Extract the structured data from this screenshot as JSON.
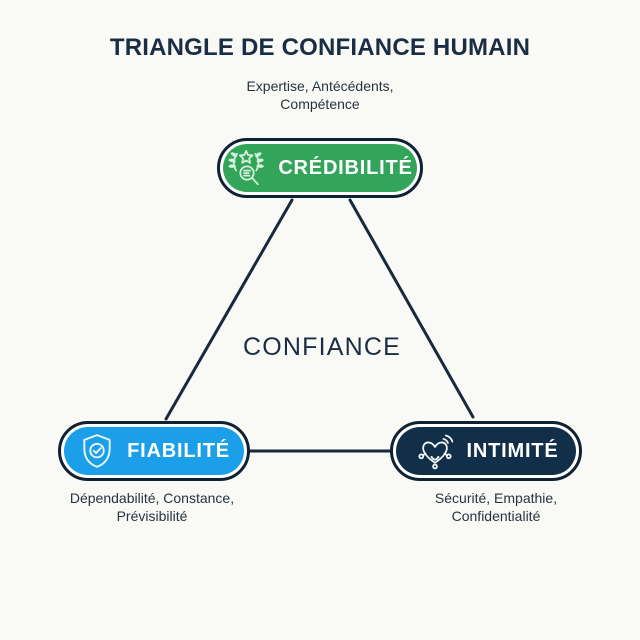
{
  "title": "TRIANGLE DE CONFIANCE HUMAIN",
  "center_label": "CONFIANCE",
  "colors": {
    "background": "#f9f9f5",
    "ink": "#1b2d44",
    "edge": "#17293b",
    "pill_border": "#0e2233",
    "pill_text": "#ffffff",
    "credibility_fill": "#33a55b",
    "reliability_fill": "#1b9fe8",
    "intimacy_fill": "#122f49"
  },
  "nodes": {
    "credibility": {
      "label": "CRÉDIBILITÉ",
      "icon": "star-laurel-magnifier-icon",
      "caption_line1": "Expertise, Antécédents,",
      "caption_line2": "Compétence"
    },
    "reliability": {
      "label": "FIABILITÉ",
      "icon": "shield-check-icon",
      "caption_line1": "Dépendabilité, Constance,",
      "caption_line2": "Prévisibilité"
    },
    "intimacy": {
      "label": "INTIMITÉ",
      "icon": "connected-heart-icon",
      "caption_line1": "Sécurité, Empathie,",
      "caption_line2": "Confidentialité"
    }
  }
}
